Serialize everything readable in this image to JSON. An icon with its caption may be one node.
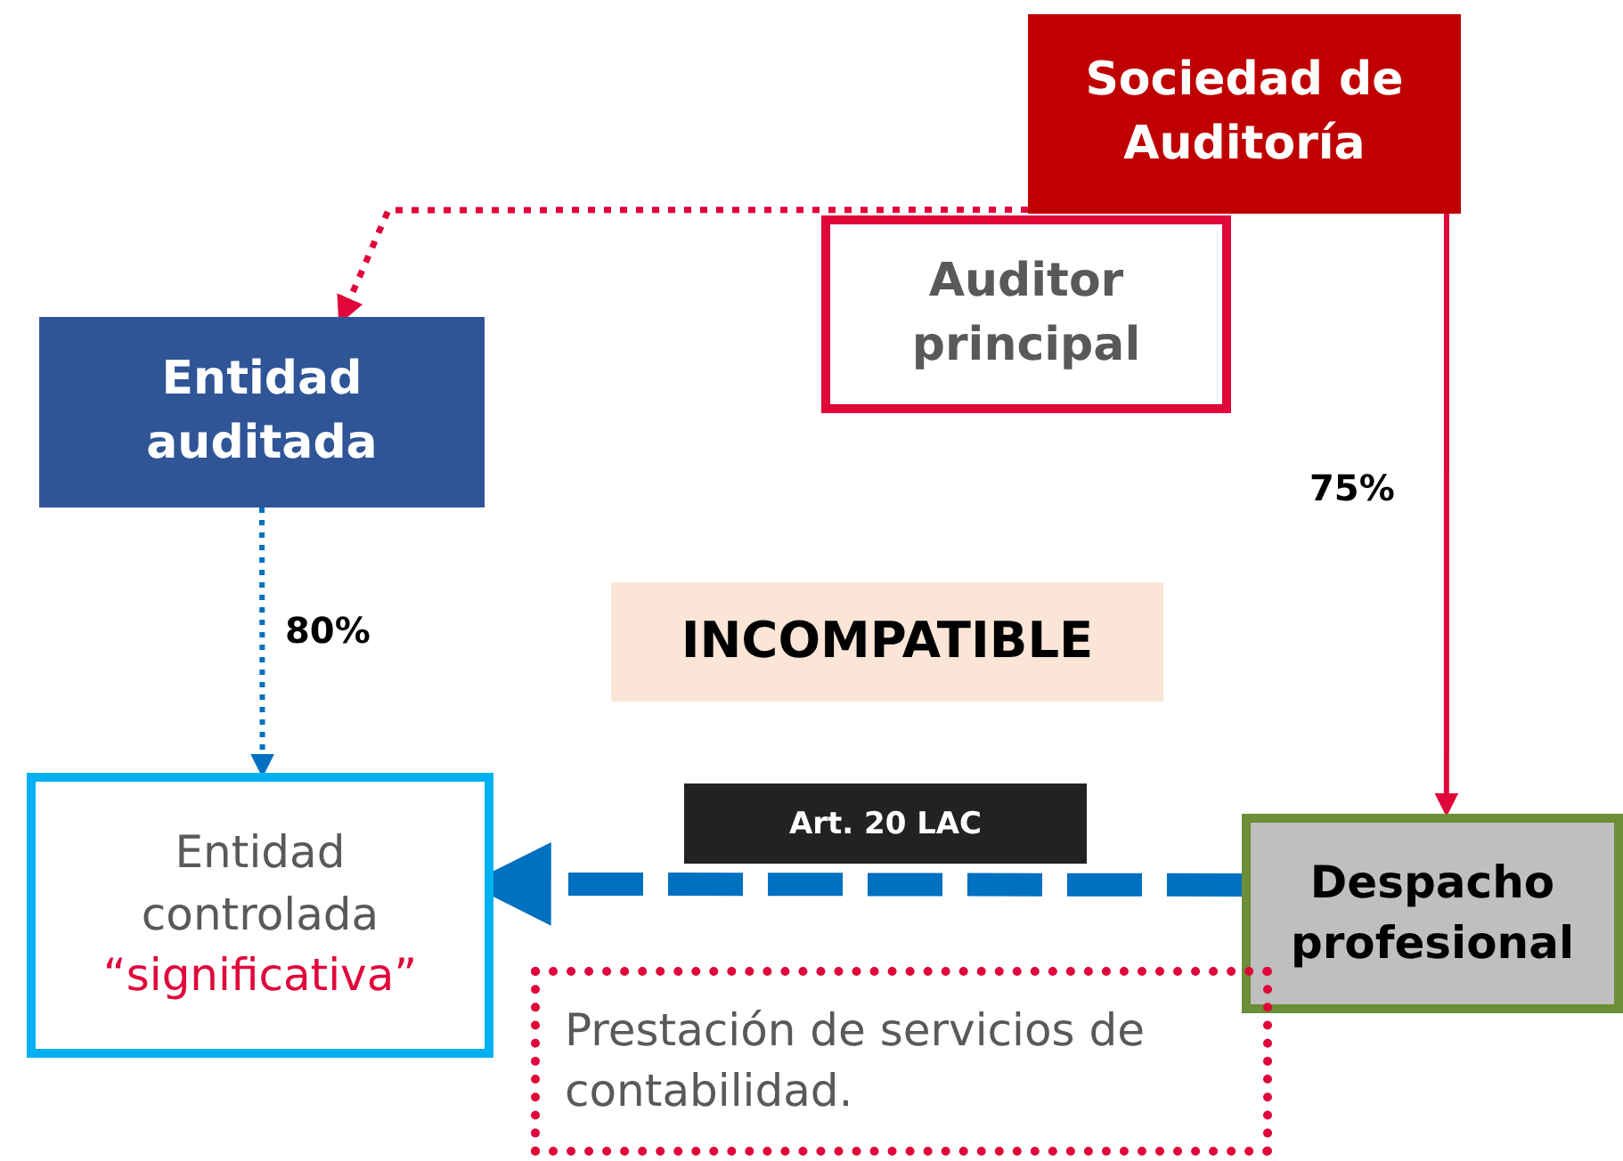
{
  "diagram": {
    "nodes": [
      {
        "text": [
          "Sociedad de Auditoría"
        ]
      },
      {
        "text": [
          "Auditor principal"
        ]
      },
      {
        "text": [
          "Entidad auditada"
        ]
      },
      {
        "text": [
          "Entidad controlada",
          "“significativa”"
        ]
      },
      {
        "text": [
          "INCOMPATIBLE"
        ]
      },
      {
        "text": [
          "Despacho profesional"
        ]
      },
      {
        "text": [
          "Prestación de servicios de contabilidad."
        ]
      }
    ],
    "edges": [
      {
        "from": 0,
        "to": 2,
        "arrow": "to",
        "style": "dashed",
        "color": "#e0063a"
      },
      {
        "from": 2,
        "to": 3,
        "arrow": "to",
        "style": "dashed",
        "color": "#0070c0",
        "label": "80%"
      },
      {
        "from": 0,
        "to": 5,
        "arrow": "to",
        "color": "#e0063a",
        "label": "75%"
      },
      {
        "from": 5,
        "to": 3,
        "arrow": "to",
        "style": "dashed",
        "color": "#0070c0",
        "label": "Art. 20 LAC"
      }
    ]
  }
}
